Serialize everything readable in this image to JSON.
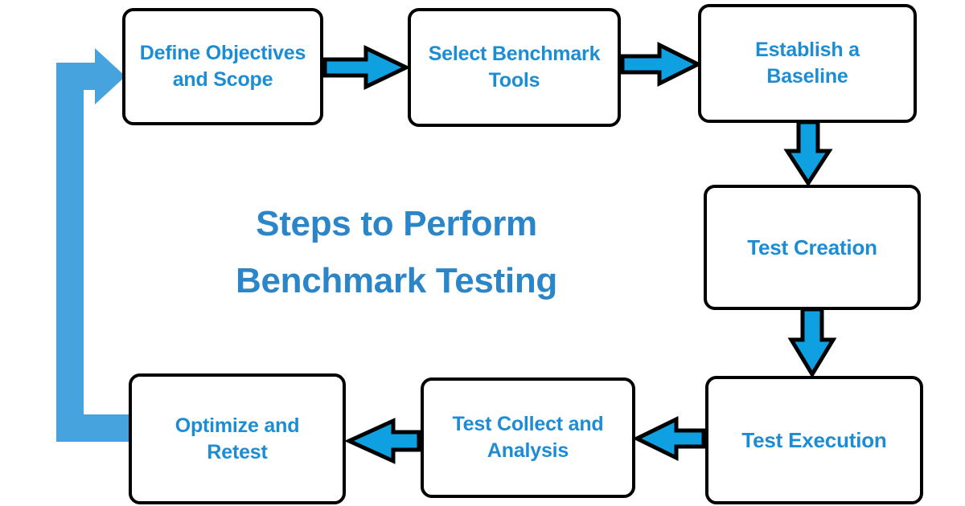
{
  "diagram": {
    "title": "Steps to Perform\nBenchmark Testing",
    "title_color": "#2a86c9",
    "node_text_color": "#1c8dd4",
    "node_border_color": "#000000",
    "arrow_color": "#0fa0e2",
    "loop_arrow_color": "#47a3dd",
    "background_color": "#ffffff",
    "type": "cyclic-flowchart",
    "nodes": [
      {
        "id": "define-objectives-and-scope",
        "label": "Define Objectives\nand Scope"
      },
      {
        "id": "select-benchmark-tools",
        "label": "Select Benchmark\nTools"
      },
      {
        "id": "establish-a-baseline",
        "label": "Establish a\nBaseline"
      },
      {
        "id": "test-creation",
        "label": "Test Creation"
      },
      {
        "id": "test-execution",
        "label": "Test Execution"
      },
      {
        "id": "test-collect-and-analysis",
        "label": "Test Collect and\nAnalysis"
      },
      {
        "id": "optimize-and-retest",
        "label": "Optimize and\nRetest"
      }
    ],
    "edges": [
      {
        "from": "define-objectives-and-scope",
        "to": "select-benchmark-tools",
        "direction": "right"
      },
      {
        "from": "select-benchmark-tools",
        "to": "establish-a-baseline",
        "direction": "right"
      },
      {
        "from": "establish-a-baseline",
        "to": "test-creation",
        "direction": "down"
      },
      {
        "from": "test-creation",
        "to": "test-execution",
        "direction": "down"
      },
      {
        "from": "test-execution",
        "to": "test-collect-and-analysis",
        "direction": "left"
      },
      {
        "from": "test-collect-and-analysis",
        "to": "optimize-and-retest",
        "direction": "left"
      },
      {
        "from": "optimize-and-retest",
        "to": "define-objectives-and-scope",
        "direction": "loop-left-up-right"
      }
    ]
  }
}
